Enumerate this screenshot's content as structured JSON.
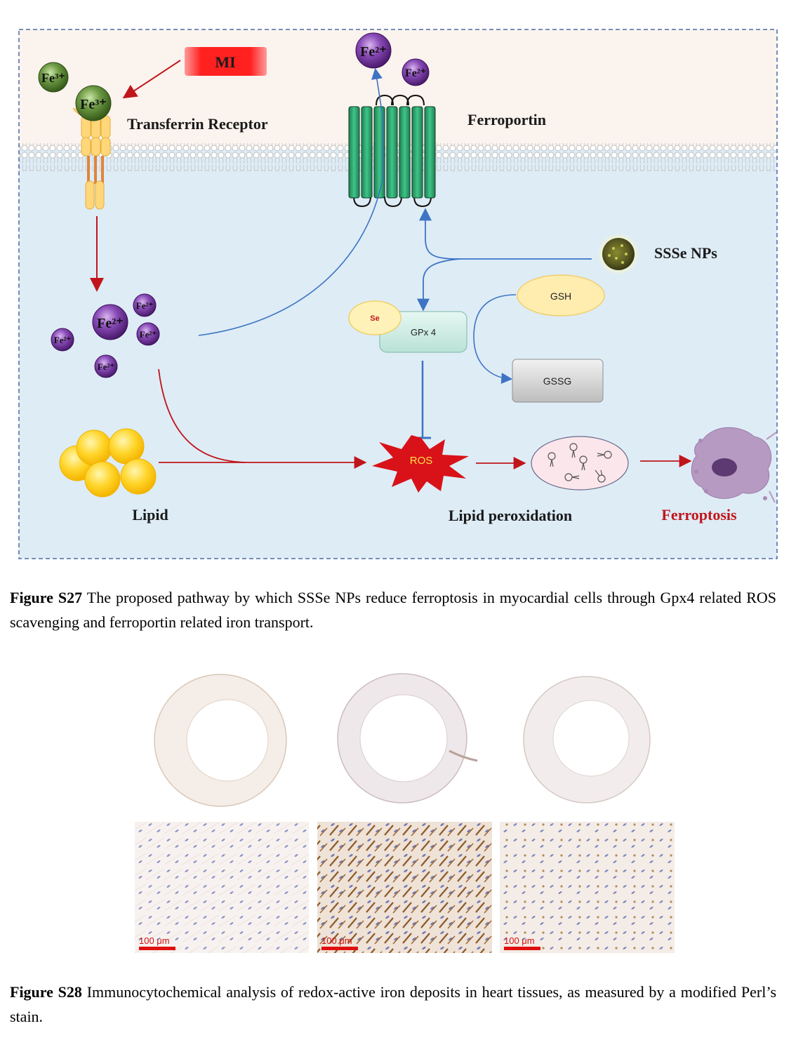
{
  "figure_s27": {
    "labels": {
      "mi": "MI",
      "transferrin_receptor": "Transferrin Receptor",
      "ferroportin": "Ferroportin",
      "sssе_nps": "SSSe NPs",
      "gsh": "GSH",
      "gssg": "GSSG",
      "gpx4": "GPx 4",
      "se": "Se",
      "ros": "ROS",
      "lipid": "Lipid",
      "lipid_peroxidation": "Lipid peroxidation",
      "ferroptosis": "Ferroptosis"
    },
    "ions": {
      "fe3": "Fe³⁺",
      "fe2": "Fe²⁺"
    },
    "caption_label": "Figure S27",
    "caption_text": "The proposed pathway by which SSSe NPs reduce ferroptosis in myocardial cells through Gpx4 related ROS scavenging and ferroportin related iron transport."
  },
  "figure_s28": {
    "scale_label": "100 μm",
    "caption_label": "Figure S28",
    "caption_text": "Immunocytochemical analysis of redox-active iron deposits in heart tissues, as measured by a modified Perl’s stain."
  },
  "colors": {
    "extracellular": "#fbf3ee",
    "cytoplasm": "#deecf6",
    "red_arrow": "#c0161b",
    "blue_arrow": "#3d74c4",
    "fe2_purple": "#6a2d8e",
    "fe3_green": "#4f7d2c"
  }
}
